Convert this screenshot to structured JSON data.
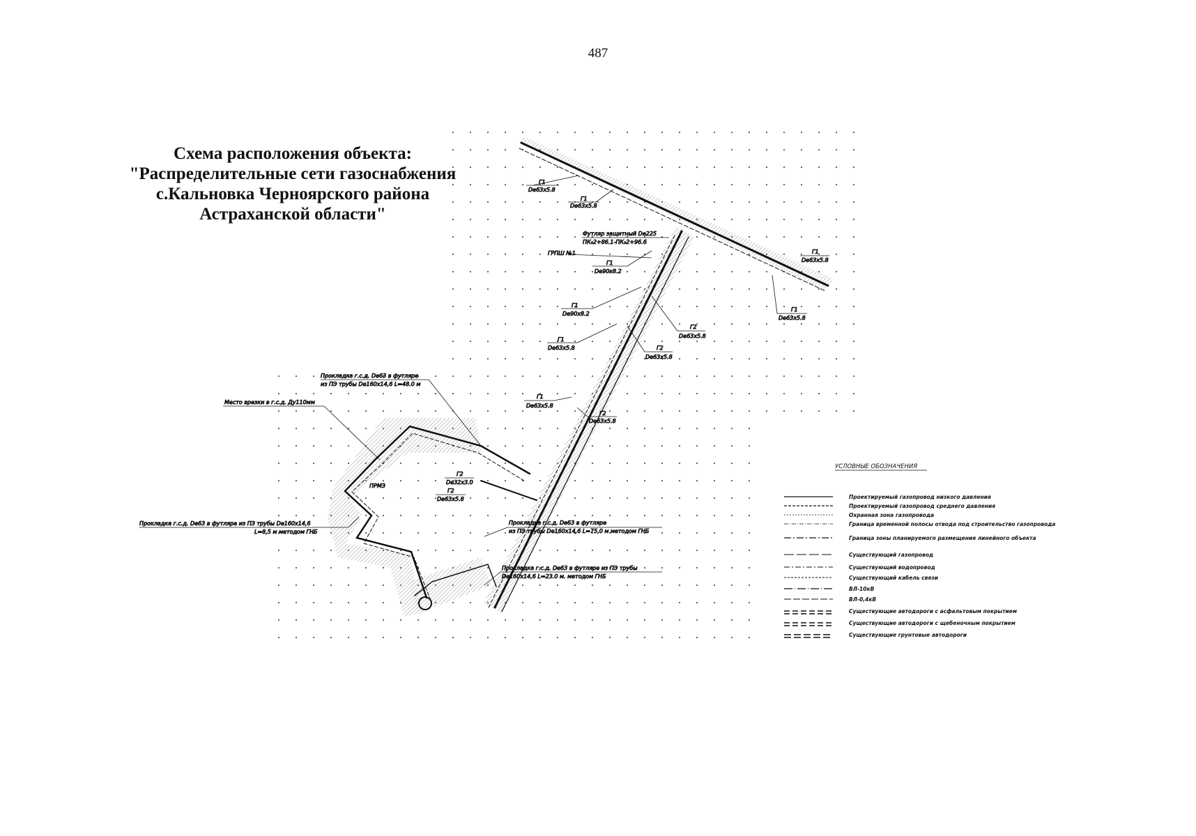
{
  "page_number": "487",
  "title": {
    "line1": "Схема расположения объекта:",
    "line2": "\"Распределительные сети газоснабжения",
    "line3": "с.Кальновка Черноярского района",
    "line4": "Астраханской области\""
  },
  "pipe_labels": {
    "g1": "Г1",
    "g2": "Г2",
    "de63": "Dе63х5.8",
    "de90": "Dе90х8.2",
    "de32": "Dе32х3.0",
    "grpsh": "ГРПШ №1",
    "futlyar_top_1": "Футляр защитный Dе225",
    "futlyar_top_2": "ПК₀2+86.1-ПК₀2+96.6",
    "vrezka": "Место врезки в г.с.д. Ду110мм",
    "prok1_1": "Прокладка г.с.д. Dе63 в футляре",
    "prok1_2": "из ПЭ трубы Dе160х14,6 L=48.0 м",
    "prok2_1": "Прокладка г.с.д. Dе63 в футляре из ПЗ трубы Dе160х14,6",
    "prok2_2": "L=8,5 м методом ГНБ",
    "prok3_1": "Прокладка г.с.д. Dе63 в футляре",
    "prok3_2": "из ПЭ трубы Dе160х14,6 L=75,0 м методом ГНБ",
    "prok4_1": "Прокладка г.с.д. Dе63 в футляре из ПЭ трубы",
    "prok4_2": "Dе160х14,6 L=23.0 м. методом ГНБ",
    "ppmsk": "ПРМЗ"
  },
  "legend": {
    "title": "УСЛОВНЫЕ ОБОЗНАЧЕНИЯ",
    "items": [
      "Проектируемый газопровод низкого давления",
      "Проектируемый газопровод среднего давления",
      "Охранная зона газопровода",
      "Граница временной полосы отвода под строительство газопровода",
      "Граница зоны планируемого размещения линейного объекта",
      "Существующий газопровод",
      "Существующий водопровод",
      "Существующий кабель связи",
      "ВЛ-10кВ",
      "ВЛ-0,4кВ",
      "Существующие автодороги с асфальтовым покрытием",
      "Существующие автодороги с щебеночным покрытием",
      "Существующие грунтовые автодороги"
    ]
  }
}
